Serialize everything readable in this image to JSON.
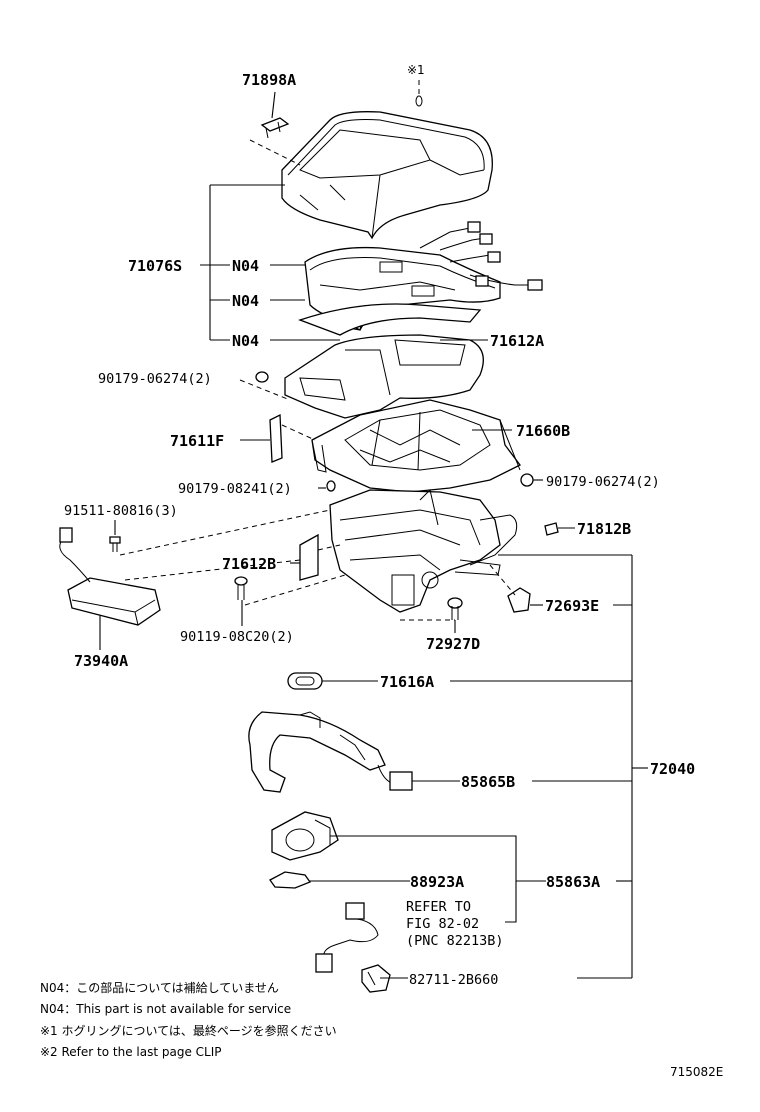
{
  "diagram": {
    "parts": {
      "p71898A": "71898A",
      "mark1": "※1",
      "p71076S": "71076S",
      "n04a": "N04",
      "n04b": "N04",
      "n04c": "N04",
      "p71612A": "71612A",
      "p90179_06274_left": "90179-06274(2)",
      "p71660B": "71660B",
      "p71611F": "71611F",
      "p90179_08241": "90179-08241(2)",
      "p90179_06274_right": "90179-06274(2)",
      "p91511_80816": "91511-80816(3)",
      "p71812B": "71812B",
      "p71612B": "71612B",
      "p72693E": "72693E",
      "p73940A": "73940A",
      "p90119_08C20": "90119-08C20(2)",
      "p72927D": "72927D",
      "p71616A": "71616A",
      "p72040": "72040",
      "p85865B": "85865B",
      "p88923A": "88923A",
      "p85863A": "85863A",
      "refer_to": "REFER TO",
      "fig_ref": "FIG 82-02",
      "pnc_ref": "(PNC 82213B)",
      "p82711_2B660": "82711-2B660"
    },
    "notes": [
      "N04：この部品については補給していません",
      "N04：This part is not available for service",
      "※1 ホグリングについては、最終ページを参照ください",
      "※2 Refer to the last page CLIP"
    ],
    "figure_code": "715082E"
  }
}
